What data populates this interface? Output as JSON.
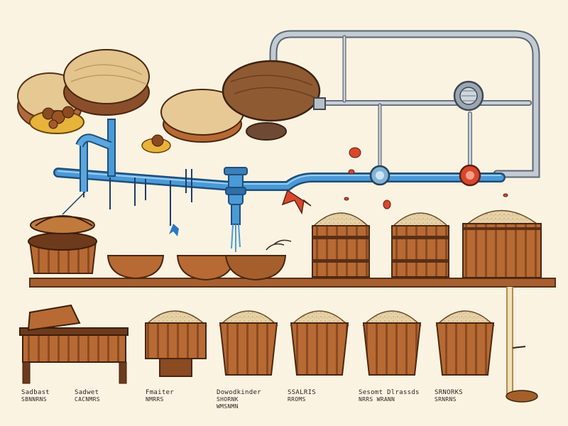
{
  "diagram": {
    "type": "illustrated process diagram",
    "palette": {
      "background": "#fbf3e2",
      "pipe_blue": "#3d8fd1",
      "pipe_grey": "#b7c0c9",
      "wood": "#b76a33",
      "wood_dark": "#6e3a1c",
      "grain": "#e7d2a8",
      "accent_red": "#d9472b"
    },
    "labels": [
      {
        "line1": "Sadbast",
        "line2": "SBNNRNS"
      },
      {
        "line1": "Sadwet",
        "line2": "CACNMRS"
      },
      {
        "line1": "Fmaiter",
        "line2": "NMRRS"
      },
      {
        "line1": "Dowodkinder",
        "line2": "SHORNK",
        "line3": "WMSNMN"
      },
      {
        "line1": "SSALRIS",
        "line2": "RROMS"
      },
      {
        "line1": "Sesomt Dlrassds",
        "line2": "NRRS WRANN"
      },
      {
        "line1": "SRNORKS",
        "line2": "SRNRNS"
      }
    ]
  }
}
